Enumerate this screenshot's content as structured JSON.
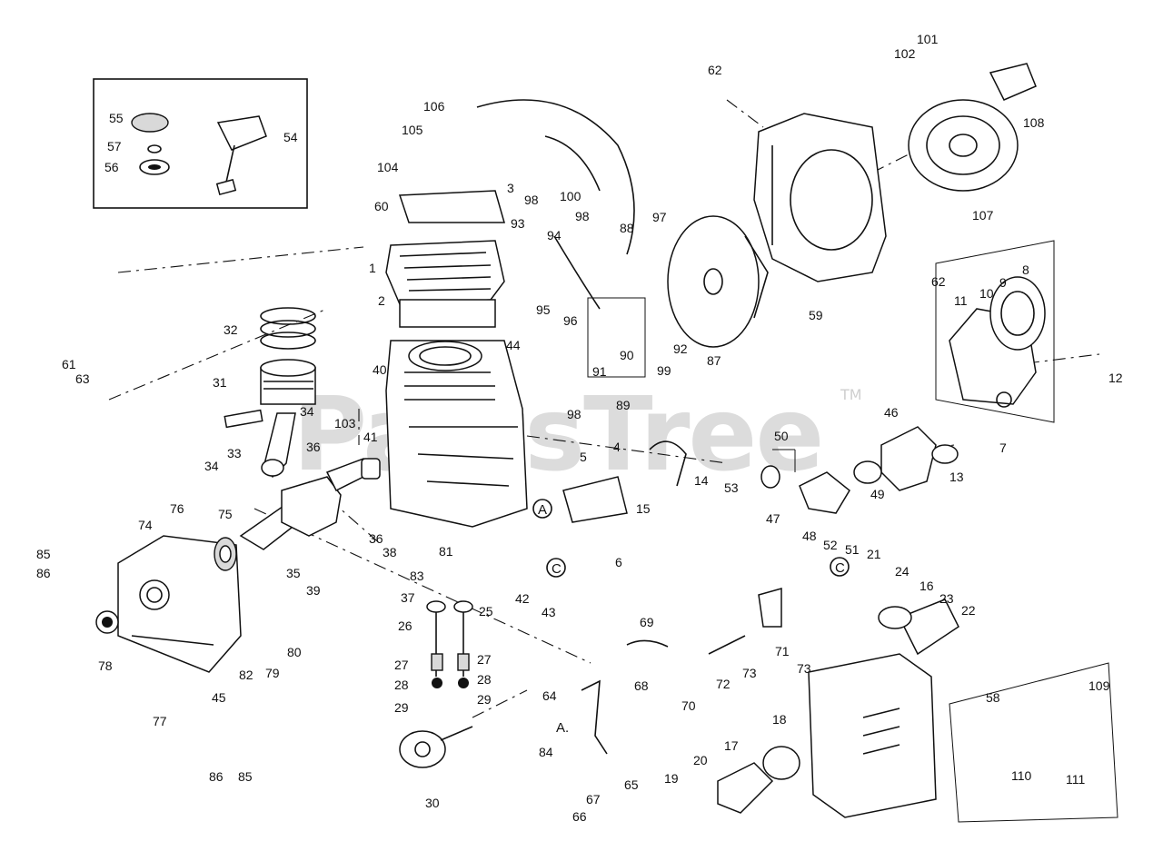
{
  "watermark": {
    "text": "PartsTree",
    "trademark": "TM"
  },
  "callouts": {
    "A": "A",
    "C": "C",
    "A_plain": "A."
  },
  "part_labels": [
    "1",
    "2",
    "3",
    "4",
    "5",
    "6",
    "7",
    "8",
    "9",
    "10",
    "11",
    "12",
    "13",
    "14",
    "15",
    "16",
    "17",
    "18",
    "19",
    "20",
    "21",
    "22",
    "23",
    "24",
    "25",
    "26",
    "27",
    "27",
    "28",
    "28",
    "29",
    "29",
    "30",
    "31",
    "32",
    "33",
    "34",
    "34",
    "35",
    "36",
    "36",
    "37",
    "38",
    "39",
    "40",
    "41",
    "42",
    "43",
    "44",
    "45",
    "46",
    "47",
    "48",
    "49",
    "50",
    "51",
    "52",
    "53",
    "54",
    "55",
    "56",
    "57",
    "58",
    "59",
    "60",
    "61",
    "62",
    "62",
    "63",
    "64",
    "65",
    "66",
    "67",
    "68",
    "69",
    "70",
    "71",
    "72",
    "73",
    "73",
    "74",
    "75",
    "76",
    "77",
    "78",
    "79",
    "80",
    "81",
    "82",
    "83",
    "84",
    "85",
    "85",
    "86",
    "86",
    "87",
    "88",
    "89",
    "90",
    "91",
    "92",
    "93",
    "94",
    "95",
    "96",
    "97",
    "98",
    "98",
    "98",
    "99",
    "100",
    "101",
    "102",
    "103",
    "104",
    "105",
    "106",
    "107",
    "108",
    "109",
    "110",
    "111"
  ]
}
